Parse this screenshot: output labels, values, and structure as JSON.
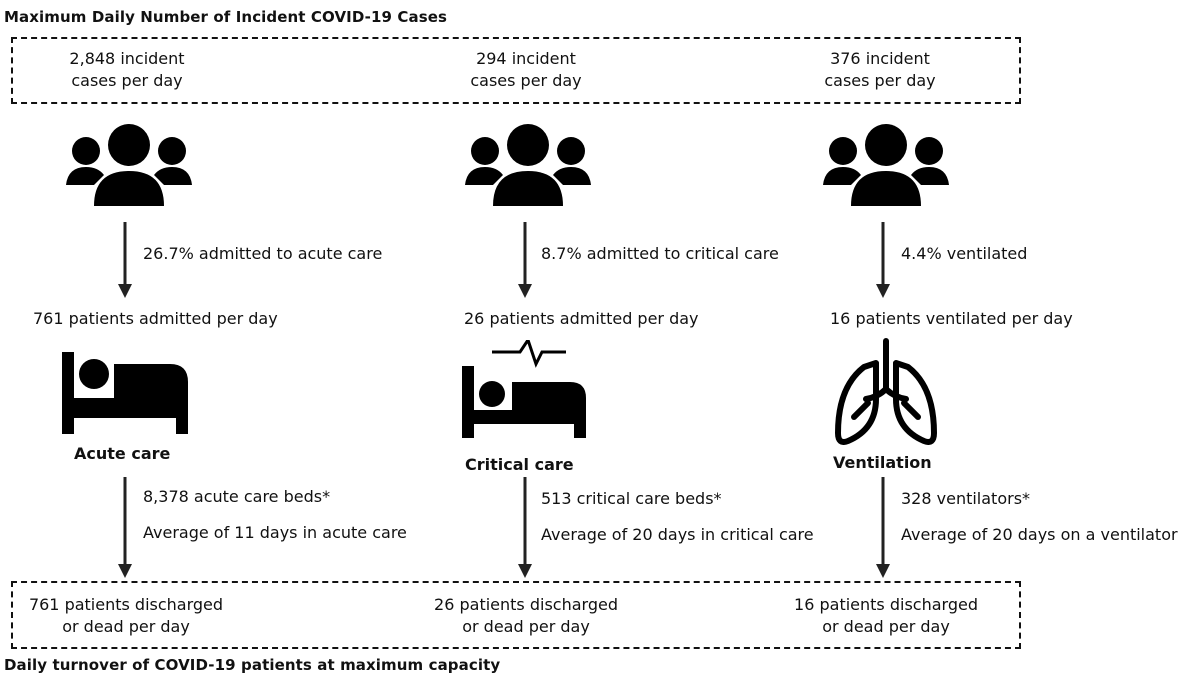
{
  "top_title": "Maximum Daily Number of Incident COVID-19 Cases",
  "bottom_title": "Daily turnover of COVID-19 patients at maximum capacity",
  "columns": [
    {
      "incident_line1": "2,848 incident",
      "incident_line2": "cases per day",
      "rate": "26.7% admitted to acute care",
      "patients": "761 patients admitted per day",
      "icon": "bed-icon",
      "label": "Acute care",
      "capacity": "8,378 acute care beds*",
      "duration": "Average of 11 days in acute care",
      "outcome_line1": "761 patients discharged",
      "outcome_line2": "or dead per day"
    },
    {
      "incident_line1": "294 incident",
      "incident_line2": "cases per day",
      "rate": "8.7% admitted to critical care",
      "patients": "26 patients admitted per day",
      "icon": "icu-bed-icon",
      "label": "Critical care",
      "capacity": "513 critical care beds*",
      "duration": "Average of 20 days in critical care",
      "outcome_line1": "26 patients discharged",
      "outcome_line2": "or dead per day"
    },
    {
      "incident_line1": "376 incident",
      "incident_line2": "cases per day",
      "rate": "4.4% ventilated",
      "patients": "16 patients ventilated per day",
      "icon": "lungs-icon",
      "label": "Ventilation",
      "capacity": "328 ventilators*",
      "duration": "Average of 20 days on a ventilator",
      "outcome_line1": "16 patients discharged",
      "outcome_line2": "or dead per day"
    }
  ]
}
